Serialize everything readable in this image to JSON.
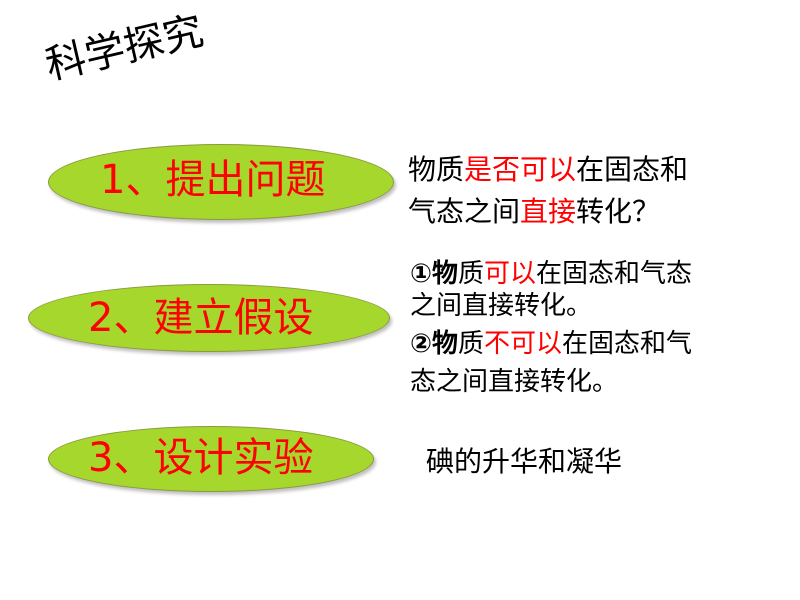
{
  "slide": {
    "title": "科学探究",
    "steps": [
      {
        "label": "1、提出问题"
      },
      {
        "label": "2、建立假设"
      },
      {
        "label": "3、设计实验"
      }
    ],
    "question": {
      "line1": {
        "a": "物质",
        "b": "是否可以",
        "c": "在固态和"
      },
      "line2": {
        "a": "气态之间",
        "b": "直接",
        "c": "转化？"
      }
    },
    "hypothesis": {
      "h1_line1": {
        "a": "①物",
        "b": "质",
        "c": "可以",
        "d": "在固态和气态"
      },
      "h1_line2": "之间直接转化。",
      "h2_line1": {
        "a": "②物",
        "b": "质",
        "c": "不可以",
        "d": "在固态和气"
      },
      "h2_line2": "态之间直接转化。"
    },
    "experiment": "碘的升华和凝华"
  },
  "colors": {
    "oval_fill": "#a6d72c",
    "accent_red": "#ff0000",
    "text": "#000000"
  }
}
